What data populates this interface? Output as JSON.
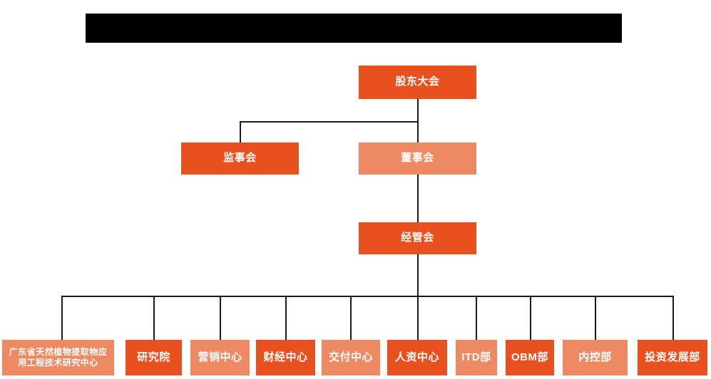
{
  "chart_data": {
    "type": "diagram",
    "title": "",
    "subtype": "organizational-chart",
    "orientation": "top-down",
    "palette": {
      "accent_dark": "#E8511F",
      "accent_light": "#ED8A63",
      "connector": "#1a1a1a",
      "background": "#FFFFFF",
      "redaction": "#000000",
      "node_text": "#FFFFFF"
    },
    "levels": [
      {
        "level": 1,
        "nodes": [
          "shareholders-meeting"
        ]
      },
      {
        "level": 2,
        "nodes": [
          "board-of-supervisors",
          "board-of-directors"
        ]
      },
      {
        "level": 3,
        "nodes": [
          "management-committee"
        ]
      },
      {
        "level": 4,
        "nodes": [
          "engineering-research-center",
          "research-institute",
          "marketing-center",
          "finance-center",
          "delivery-center",
          "hr-center",
          "itd-department",
          "obm-department",
          "internal-control-department",
          "investment-development-department"
        ]
      }
    ],
    "edges": [
      {
        "from": "shareholders-meeting",
        "to": "board-of-supervisors"
      },
      {
        "from": "shareholders-meeting",
        "to": "board-of-directors"
      },
      {
        "from": "board-of-directors",
        "to": "management-committee"
      },
      {
        "from": "management-committee",
        "to": "engineering-research-center"
      },
      {
        "from": "management-committee",
        "to": "research-institute"
      },
      {
        "from": "management-committee",
        "to": "marketing-center"
      },
      {
        "from": "management-committee",
        "to": "finance-center"
      },
      {
        "from": "management-committee",
        "to": "delivery-center"
      },
      {
        "from": "management-committee",
        "to": "hr-center"
      },
      {
        "from": "management-committee",
        "to": "itd-department"
      },
      {
        "from": "management-committee",
        "to": "obm-department"
      },
      {
        "from": "management-committee",
        "to": "internal-control-department"
      },
      {
        "from": "management-committee",
        "to": "investment-development-department"
      }
    ]
  },
  "header": {
    "redacted_banner_label": ""
  },
  "nodes": {
    "shareholders_meeting": {
      "label": "股东大会",
      "tone": "dark"
    },
    "board_of_supervisors": {
      "label": "监事会",
      "tone": "dark"
    },
    "board_of_directors": {
      "label": "董事会",
      "tone": "light"
    },
    "management_committee": {
      "label": "经管会",
      "tone": "dark"
    },
    "engineering_research_center": {
      "label": "广东省天然植物提取物应用工程技术研究中心",
      "line1": "广东省天然植物提取物应",
      "line2": "用工程技术研究中心",
      "tone": "light"
    },
    "research_institute": {
      "label": "研究院",
      "tone": "dark"
    },
    "marketing_center": {
      "label": "营销中心",
      "tone": "light"
    },
    "finance_center": {
      "label": "财经中心",
      "tone": "dark"
    },
    "delivery_center": {
      "label": "交付中心",
      "tone": "light"
    },
    "hr_center": {
      "label": "人资中心",
      "tone": "dark"
    },
    "itd_department": {
      "label": "ITD部",
      "tone": "light"
    },
    "obm_department": {
      "label": "OBM部",
      "tone": "dark"
    },
    "internal_control_department": {
      "label": "内控部",
      "tone": "light"
    },
    "investment_development_department": {
      "label": "投资发展部",
      "tone": "dark"
    }
  }
}
